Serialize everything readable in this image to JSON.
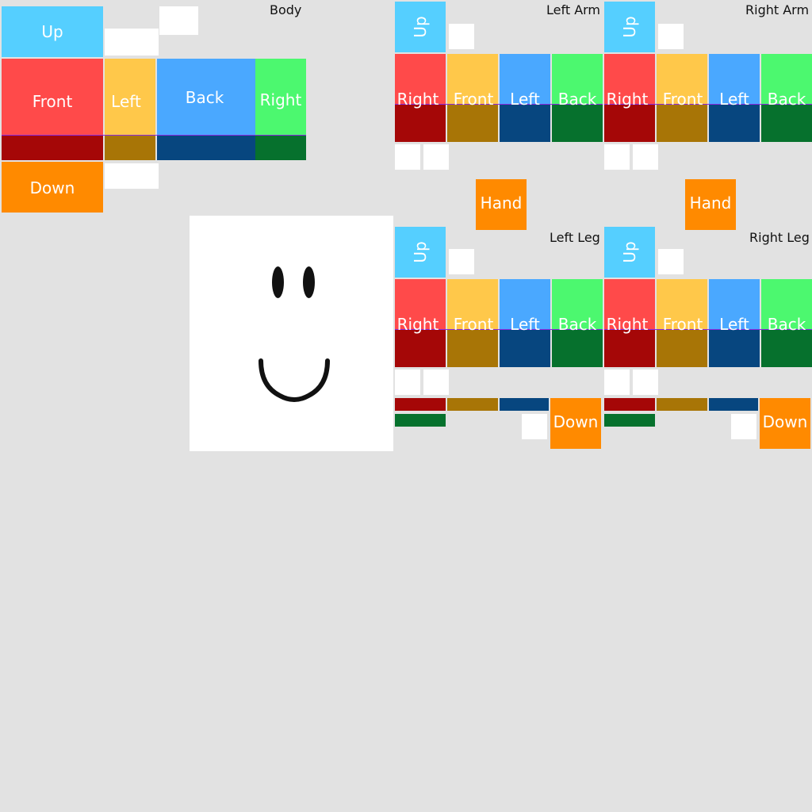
{
  "titles": {
    "body": "Body",
    "left_arm": "Left Arm",
    "right_arm": "Right Arm",
    "left_leg": "Left Leg",
    "right_leg": "Right Leg"
  },
  "face_labels": {
    "up": "Up",
    "down": "Down",
    "front": "Front",
    "back": "Back",
    "left": "Left",
    "right": "Right",
    "hand": "Hand"
  },
  "colors": {
    "background": "#e2e2e2",
    "up": "#55cfff",
    "down": "#ff8a00",
    "front": "#ff4a4a",
    "left": "#ffc84a",
    "back": "#4aa8ff",
    "right": "#4cf86f",
    "front_dark": "#a50707",
    "left_dark": "#a87506",
    "back_dark": "#07467f",
    "right_dark": "#06712d",
    "seam": "#8a2be2",
    "white": "#ffffff",
    "face_ink": "#111111"
  }
}
